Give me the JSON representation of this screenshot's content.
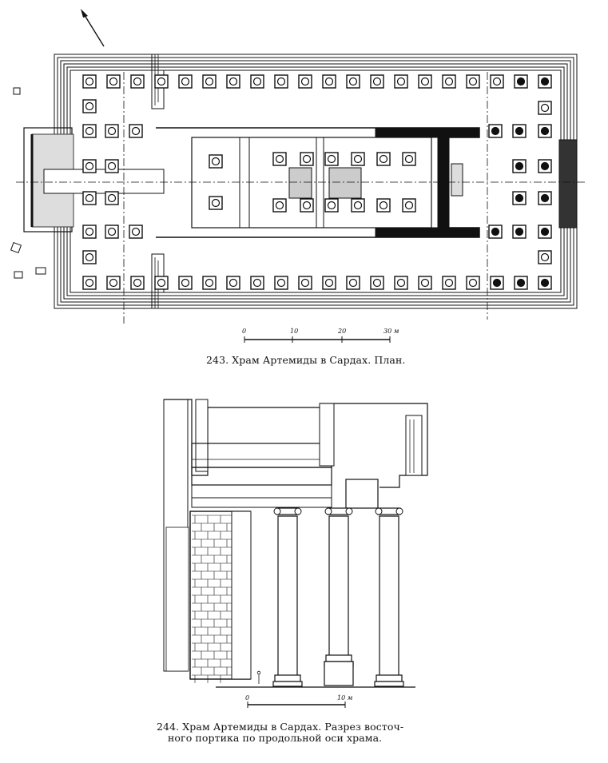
{
  "figure_243": {
    "caption": "243. Храм Артемиды в Сардах. План.",
    "scale": {
      "labels": [
        "0",
        "10",
        "20",
        "30 м"
      ]
    }
  },
  "figure_244": {
    "caption_line1": "244. Храм Артемиды в Сардах. Разрез восточ-",
    "caption_line2": "ного портика по продольной оси храма.",
    "scale": {
      "labels": [
        "0",
        "10 м"
      ]
    }
  }
}
